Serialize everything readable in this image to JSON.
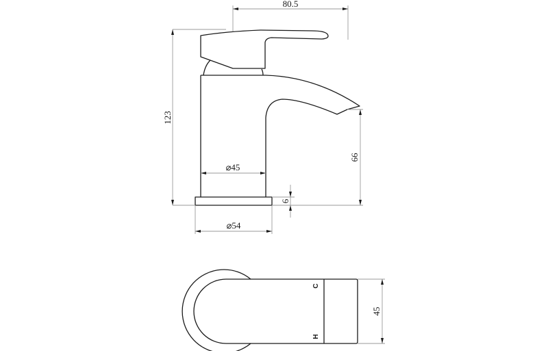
{
  "drawing": {
    "title": "Basin mixer tap technical drawing",
    "side_view": {
      "dimensions": {
        "projection": "80.5",
        "total_height": "123",
        "spout_height": "66",
        "body_diameter": "⌀45",
        "base_diameter": "⌀54",
        "base_thickness": "6"
      }
    },
    "top_view": {
      "dimensions": {
        "handle_width": "45"
      },
      "markings": {
        "cold": "C",
        "hot": "H"
      }
    },
    "colors": {
      "line": "#1a1a1a",
      "dimension_line": "#9a9a9a",
      "background": "#ffffff"
    }
  }
}
